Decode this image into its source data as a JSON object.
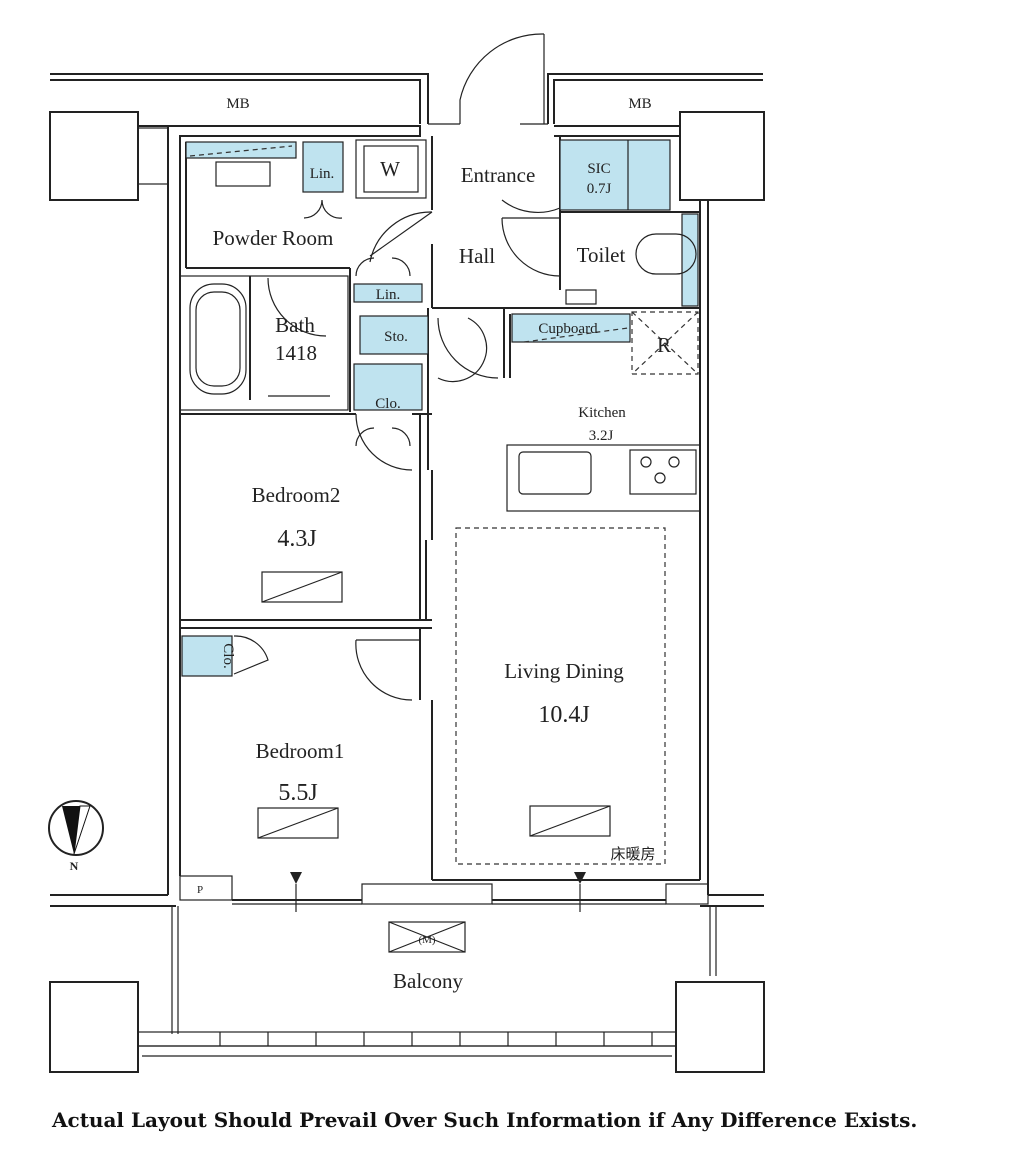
{
  "rooms": {
    "mb_left": "MB",
    "mb_right": "MB",
    "entrance": "Entrance",
    "sic_label": "SIC",
    "sic_size": "0.7J",
    "powder_room": "Powder Room",
    "linen_upper": "Lin.",
    "washer": "W",
    "hall": "Hall",
    "toilet": "Toilet",
    "linen_lower": "Lin.",
    "bath_label": "Bath",
    "bath_size": "1418",
    "storage": "Sto.",
    "closet_upper": "Clo.",
    "cupboard": "Cupboard",
    "fridge": "R",
    "kitchen_label": "Kitchen",
    "kitchen_size": "3.2J",
    "bedroom2_label": "Bedroom2",
    "bedroom2_size": "4.3J",
    "closet_lower": "Clo.",
    "living_label": "Living Dining",
    "living_size": "10.4J",
    "bedroom1_label": "Bedroom1",
    "bedroom1_size": "5.5J",
    "floor_heating": "床暖房",
    "pipe_space": "P",
    "ac_unit": "(M)",
    "balcony": "Balcony"
  },
  "compass": {
    "north": "N"
  },
  "disclaimer": "Actual Layout Should Prevail Over Such Information if Any Difference Exists.",
  "colors": {
    "storage_fill": "#bfe3ef",
    "line": "#222222"
  }
}
